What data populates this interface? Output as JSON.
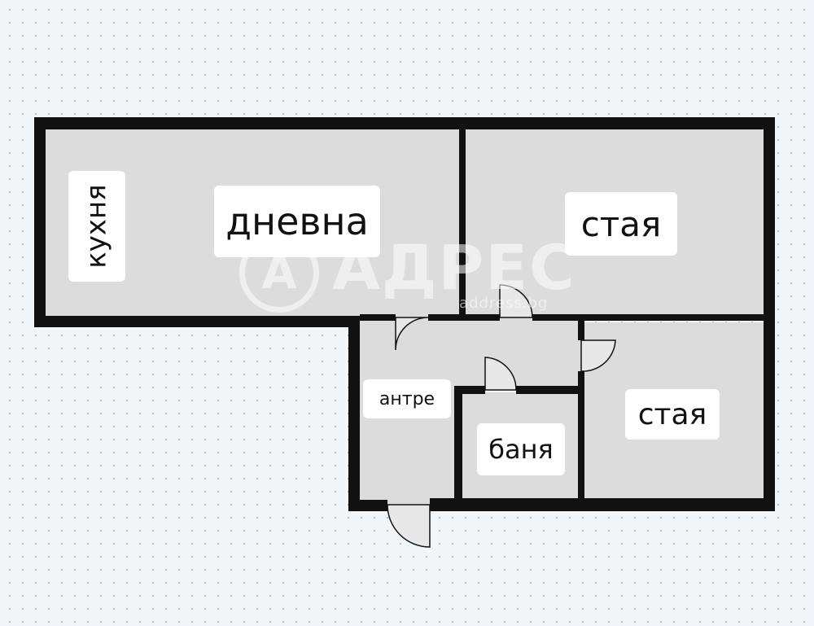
{
  "floorplan": {
    "rooms": {
      "kitchen": "кухня",
      "living": "дневна",
      "room_1": "стая",
      "hallway": "антре",
      "bathroom": "баня",
      "room_2": "стая"
    },
    "watermark": {
      "logo_letter": "А",
      "brand": "АДРЕС",
      "domain": "address.bg"
    }
  },
  "colors": {
    "background": "#f3f6f8",
    "grid_dots": "#a9c0d9",
    "room_fill": "#dcdcdc",
    "wall": "#111111",
    "label_box": "#ffffff"
  }
}
